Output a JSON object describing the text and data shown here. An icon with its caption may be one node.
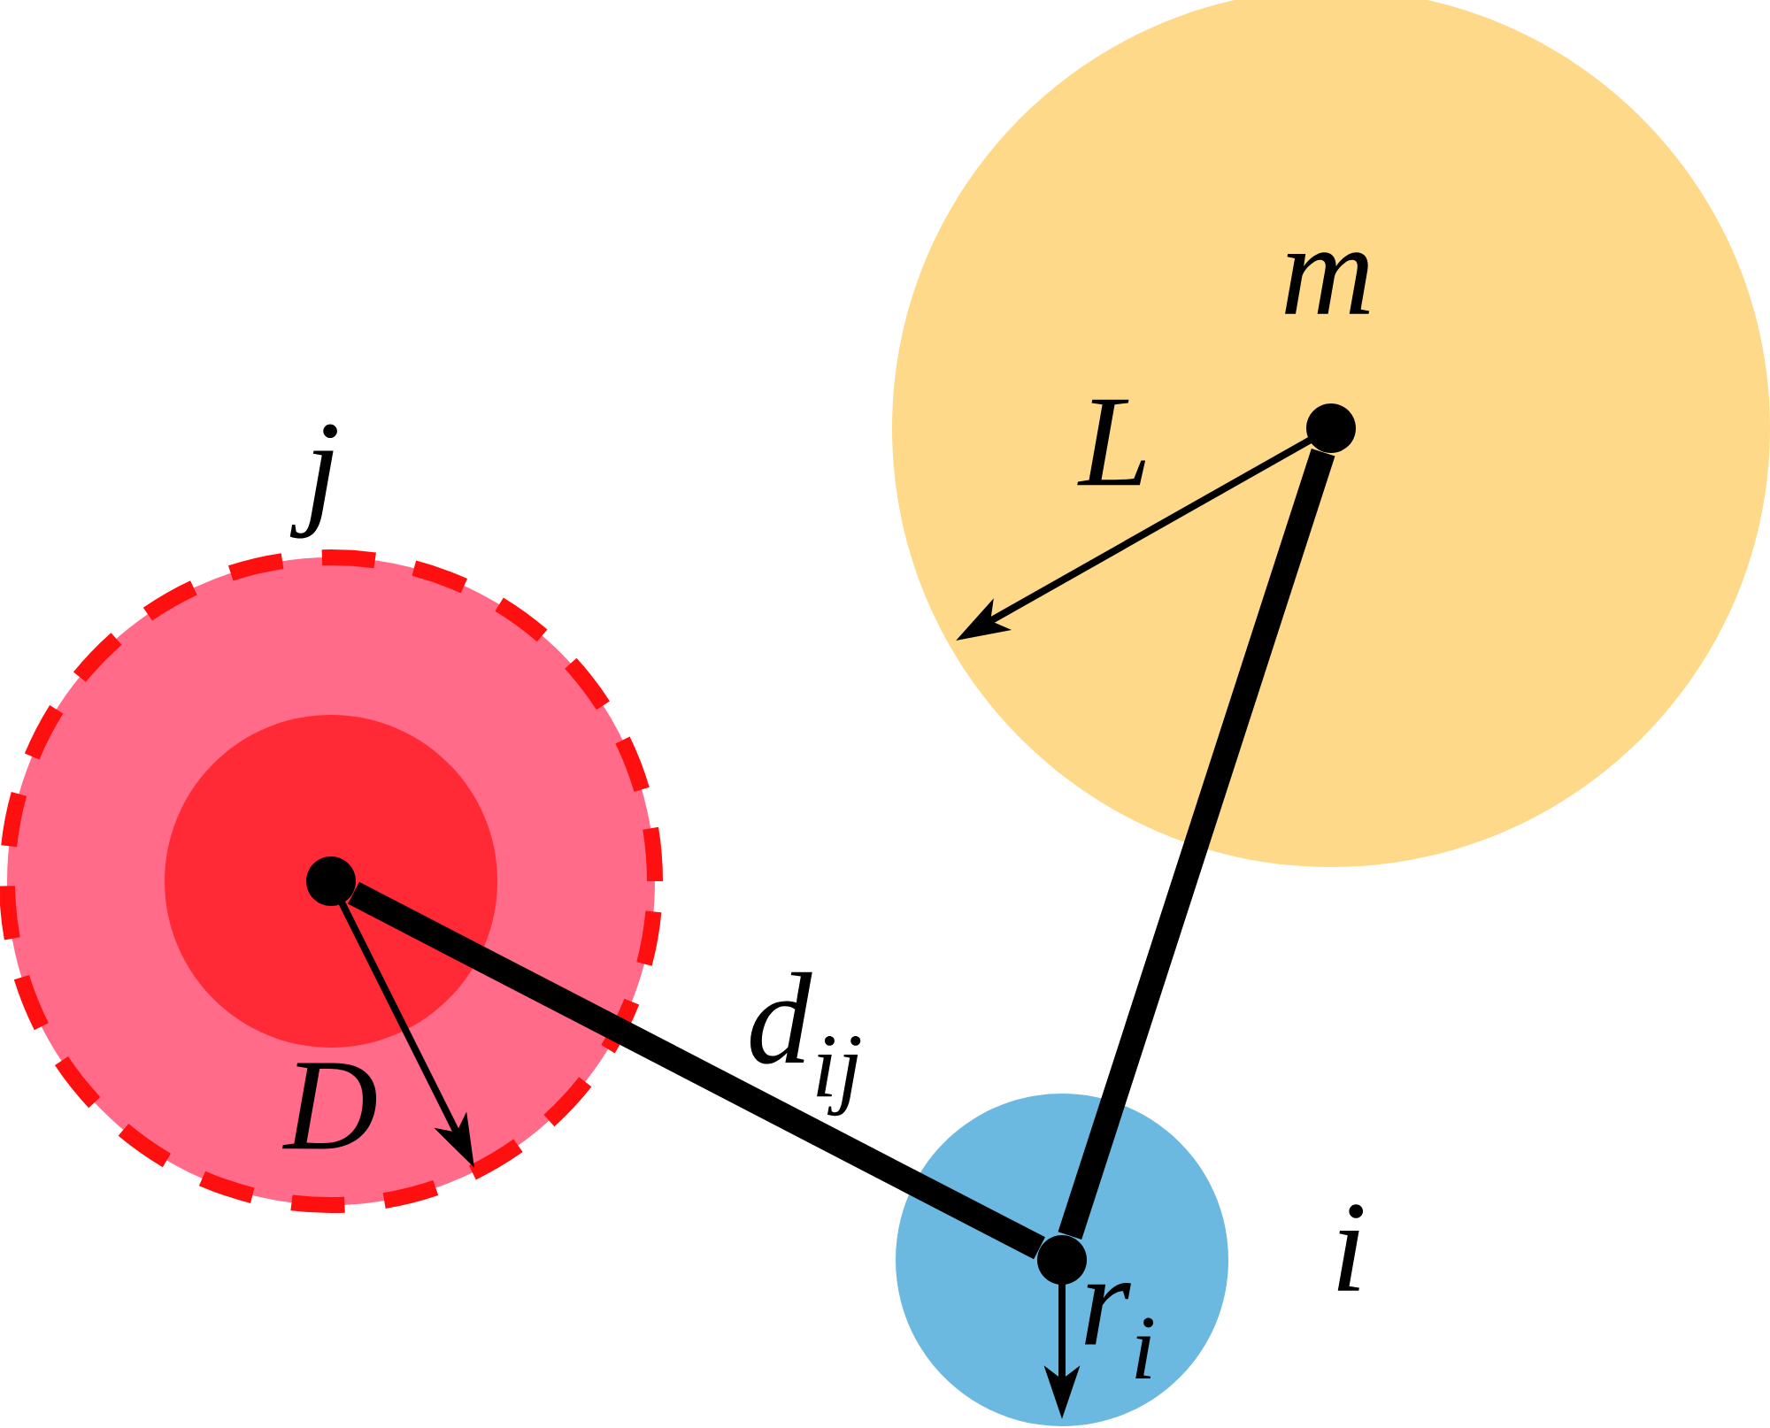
{
  "diagram": {
    "nodes": [
      {
        "text": [
          "m"
        ]
      },
      {
        "text": [
          "j"
        ]
      },
      {
        "text": [],
        "shape": "circle",
        "in": 1
      },
      {
        "text": [
          "i"
        ]
      },
      {
        "text": [],
        "shape": "circle",
        "in": 0
      },
      {
        "text": [],
        "shape": "circle",
        "in": 2
      },
      {
        "text": [],
        "shape": "circle",
        "in": 3
      }
    ],
    "edges": [
      {
        "from": 5,
        "to": 6,
        "arrow": "none",
        "label": "d$_{ij}$"
      },
      {
        "from": 4,
        "to": 6,
        "arrow": "none"
      }
    ],
    "labels": [
      "L",
      "D",
      "r$_{i}$"
    ]
  }
}
